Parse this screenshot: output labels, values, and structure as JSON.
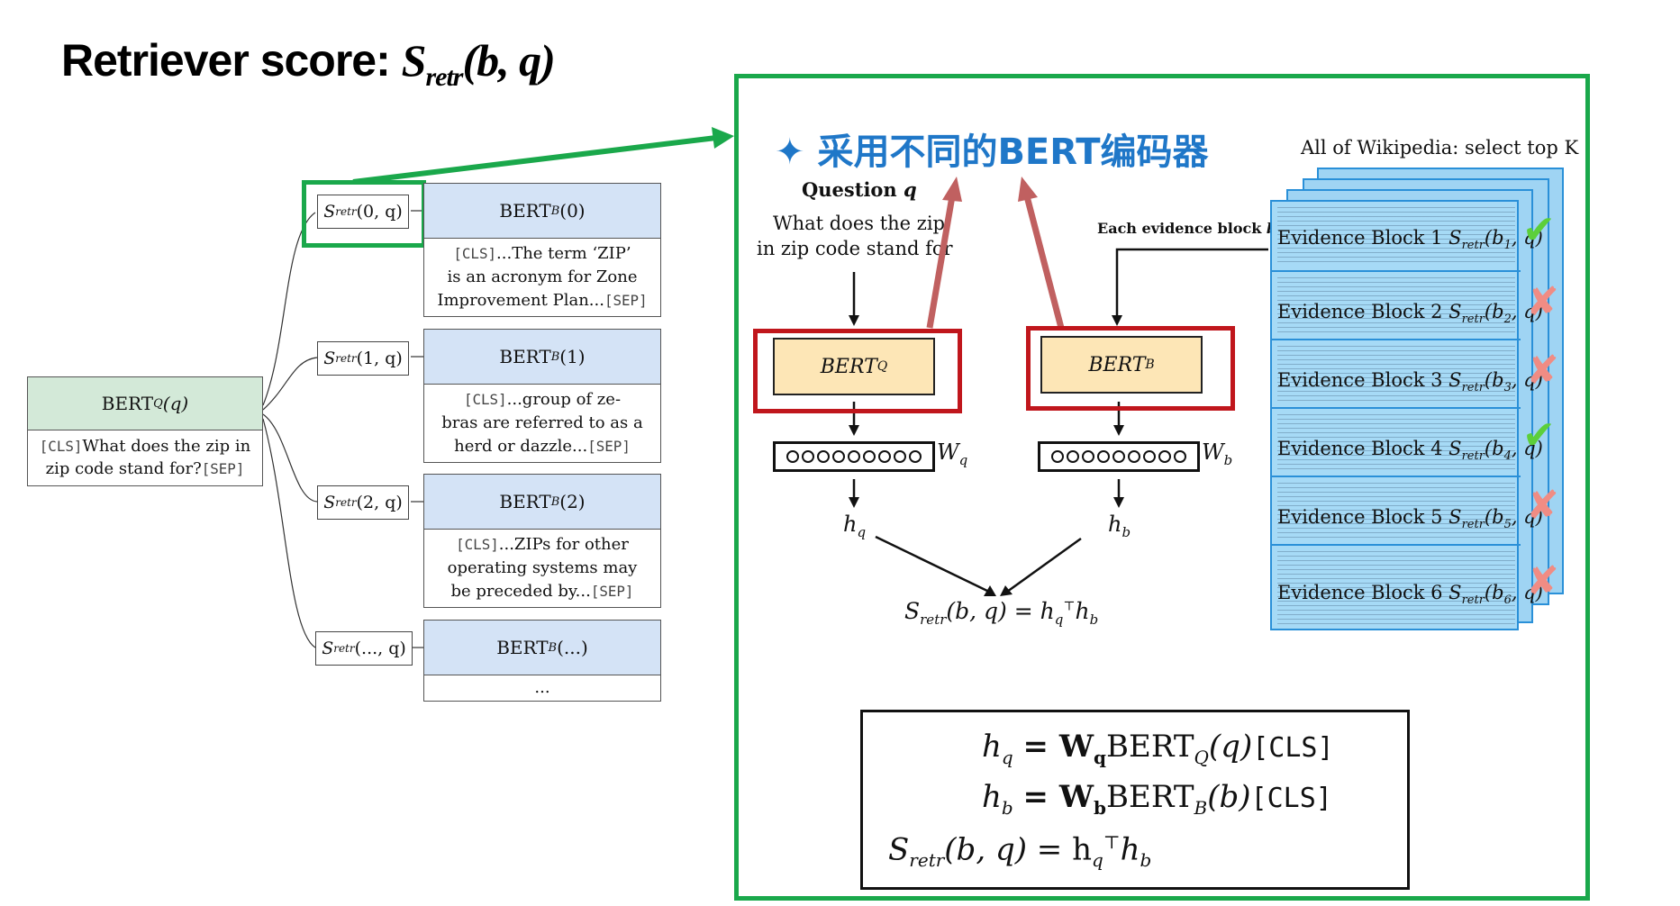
{
  "title": {
    "prefix": "Retriever score: ",
    "math": "S",
    "sub": "retr",
    "args": "(b, q)"
  },
  "left_tree": {
    "query": {
      "head": "BERT",
      "head_sub": "Q",
      "head_arg": "(q)",
      "cls": "[CLS]",
      "text1": "What does the zip in",
      "text2": "zip code stand for?",
      "sep": "[SEP]"
    },
    "scores": [
      {
        "s": "S",
        "sub": "retr",
        "arg": "(0, q)"
      },
      {
        "s": "S",
        "sub": "retr",
        "arg": "(1, q)"
      },
      {
        "s": "S",
        "sub": "retr",
        "arg": "(2, q)"
      },
      {
        "s": "S",
        "sub": "retr",
        "arg": "(..., q)"
      }
    ],
    "blocks": [
      {
        "head": "BERT",
        "sub": "B",
        "arg": "(0)",
        "cls": "[CLS]",
        "l1": "...The term ‘ZIP’",
        "l2": "is an acronym for Zone",
        "l3": "Improvement Plan...",
        "sep": "[SEP]"
      },
      {
        "head": "BERT",
        "sub": "B",
        "arg": "(1)",
        "cls": "[CLS]",
        "l1": "...group of ze-",
        "l2": "bras are referred to as a",
        "l3": "herd or dazzle...",
        "sep": "[SEP]"
      },
      {
        "head": "BERT",
        "sub": "B",
        "arg": "(2)",
        "cls": "[CLS]",
        "l1": "...ZIPs for other",
        "l2": "operating systems may",
        "l3": "be preceded by...",
        "sep": "[SEP]"
      },
      {
        "head": "BERT",
        "sub": "B",
        "arg": "(...)",
        "l1": "..."
      }
    ]
  },
  "panel": {
    "cn_title": "✦ 采用不同的BERT编码器",
    "question_label": "Question",
    "question_var": "q",
    "question_text1": "What does the zip",
    "question_text2": "in zip code stand for",
    "evidence_label": "Each evidence block",
    "evidence_var": "b",
    "enc_q": "BERT",
    "enc_q_sub": "Q",
    "enc_b": "BERT",
    "enc_b_sub": "B",
    "wq": "W",
    "wq_sub": "q",
    "wb": "W",
    "wb_sub": "b",
    "hq": "h",
    "hq_sub": "q",
    "hb": "h",
    "hb_sub": "b",
    "score_eq": "= h",
    "wiki_label": "All of Wikipedia: select top K",
    "evidence_blocks": [
      {
        "label": "Evidence Block 1",
        "sub": "1",
        "mark": "✔"
      },
      {
        "label": "Evidence Block 2",
        "sub": "2",
        "mark": "✘"
      },
      {
        "label": "Evidence Block 3",
        "sub": "3",
        "mark": "✘"
      },
      {
        "label": "Evidence Block 4",
        "sub": "4",
        "mark": "✔"
      },
      {
        "label": "Evidence Block 5",
        "sub": "5",
        "mark": "✘"
      },
      {
        "label": "Evidence Block 6",
        "sub": "6",
        "mark": "✘"
      }
    ],
    "formula": {
      "l1_lhs": "h",
      "l1_sub": "q",
      "l1_rhs": "= W",
      "l1_w_sub": "q",
      "l1_bert": "BERT",
      "l1_bert_sub": "Q",
      "l1_arg": "(q)",
      "l2_lhs": "h",
      "l2_sub": "b",
      "l2_rhs": "= W",
      "l2_w_sub": "b",
      "l2_bert": "BERT",
      "l2_bert_sub": "B",
      "l2_arg": "(b)",
      "cls": "[CLS]",
      "l3_lhs": "S",
      "l3_sub": "retr",
      "l3_arg": "(b, q)",
      "l3_rhs": "= h"
    }
  },
  "colors": {
    "green": "#1aa84b",
    "red": "#c0161c",
    "blue": "#1f77c8",
    "query_green": "#d3e9d8",
    "block_blue": "#d4e3f6",
    "encoder_yellow": "#fde6b6",
    "wiki_blue": "#a6daf6"
  }
}
